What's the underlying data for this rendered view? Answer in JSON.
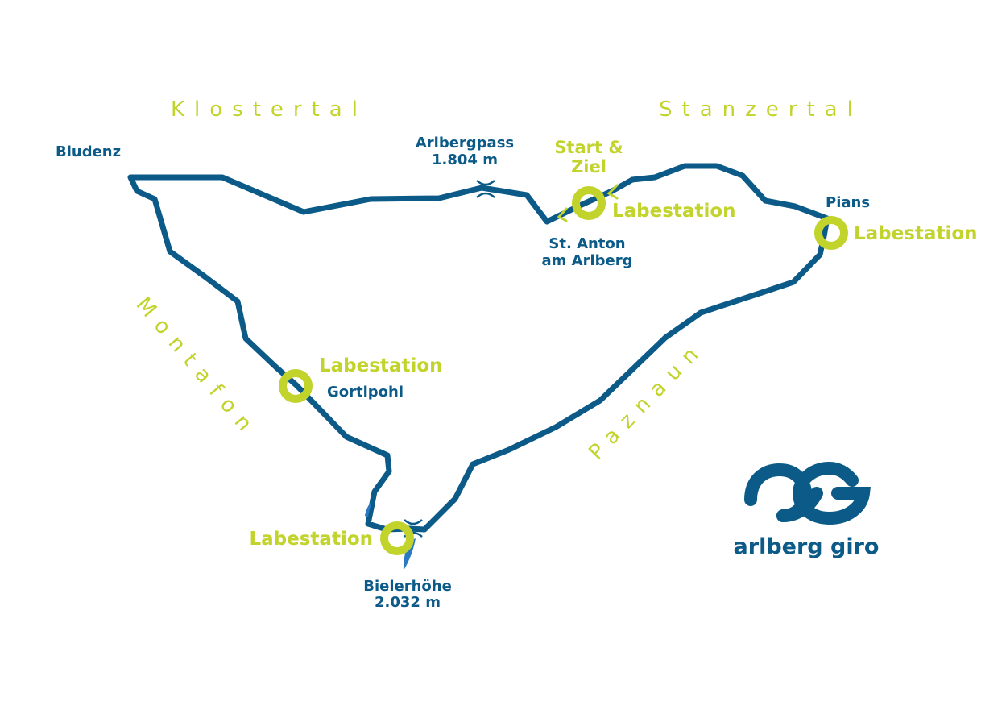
{
  "colors": {
    "route": "#0b5a88",
    "accent": "#c2d32c",
    "brand": "#0b5a88",
    "background": "#ffffff"
  },
  "valleys": {
    "klostertal": "Klostertal",
    "stanzertal": "Stanzertal",
    "montafon": "Montafon",
    "paznaun": "Paznaun"
  },
  "places": {
    "bludenz": "Bludenz",
    "arlbergpass": "Arlbergpass",
    "arlbergpass_elevation": "1.804 m",
    "st_anton_line1": "St. Anton",
    "st_anton_line2": "am Arlberg",
    "pians": "Pians",
    "gortipohl": "Gortipohl",
    "bielerhoehe": "Bielerhöhe",
    "bielerhoehe_elevation": "2.032 m"
  },
  "start_finish": {
    "line1": "Start &",
    "line2": "Ziel"
  },
  "stations": {
    "st_anton": "Labestation",
    "pians": "Labestation",
    "gortipohl": "Labestation",
    "bielerhoehe": "Labestation"
  },
  "icons": [
    "pass-icon",
    "station-marker-icon",
    "direction-arrow-icon",
    "water-icon",
    "brand-logo-icon"
  ],
  "brand": {
    "name": "arlberg giro"
  }
}
